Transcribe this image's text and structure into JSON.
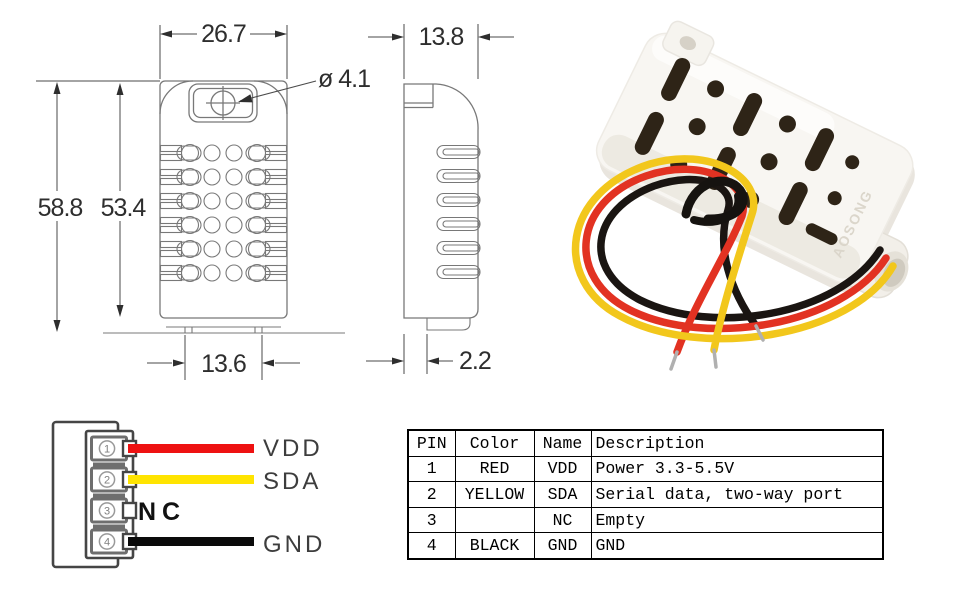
{
  "front_view": {
    "label_width": "26.7",
    "label_height_outer": "58.8",
    "label_height_body": "53.4",
    "label_bottom_width": "13.6",
    "label_hole_dia": "ø 4.1"
  },
  "side_view": {
    "label_depth": "13.8",
    "label_foot": "2.2"
  },
  "photo": {
    "body_marking": "AOSONG",
    "wire_colors": {
      "vdd": "#e23222",
      "sda": "#f2c71c",
      "gnd": "#1a1512"
    }
  },
  "connector": {
    "pins": [
      {
        "num": "1",
        "name": "VDD",
        "wire_color": "#ee1111"
      },
      {
        "num": "2",
        "name": "SDA",
        "wire_color": "#ffe400"
      },
      {
        "num": "3",
        "name": "NC",
        "wire_color": ""
      },
      {
        "num": "4",
        "name": "GND",
        "wire_color": "#0a0a0a"
      }
    ]
  },
  "pin_table": {
    "headers": [
      "PIN",
      "Color",
      "Name",
      "Description"
    ],
    "rows": [
      [
        "1",
        "RED",
        "VDD",
        "Power 3.3-5.5V"
      ],
      [
        "2",
        "YELLOW",
        "SDA",
        "Serial data, two-way port"
      ],
      [
        "3",
        "",
        "NC",
        "Empty"
      ],
      [
        "4",
        "BLACK",
        "GND",
        "GND"
      ]
    ]
  }
}
